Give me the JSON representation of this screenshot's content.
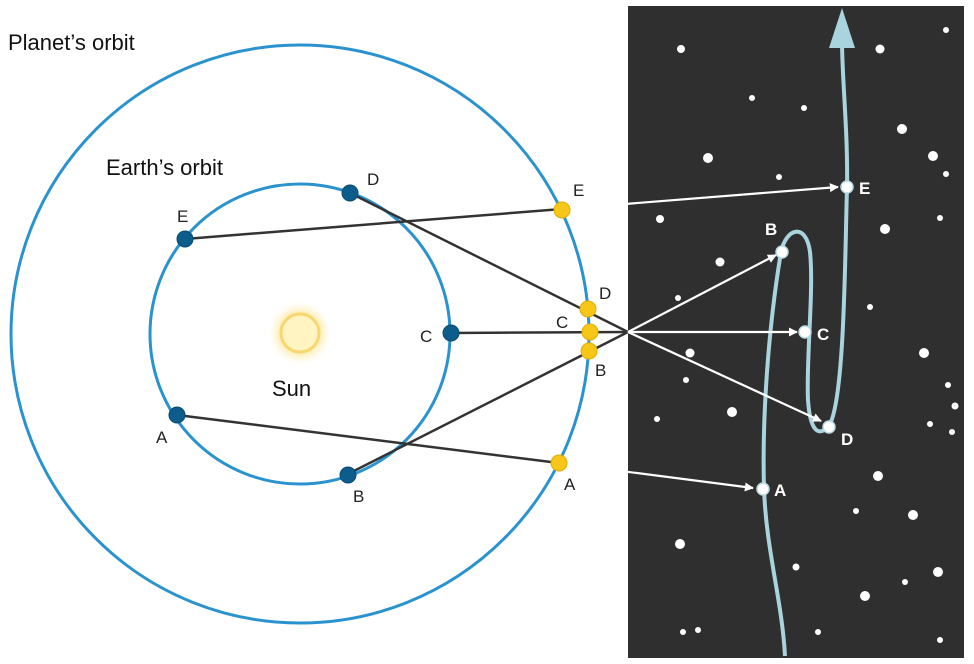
{
  "labels": {
    "planet_orbit": "Planet’s orbit",
    "earth_orbit": "Earth’s orbit",
    "sun": "Sun"
  },
  "positions": [
    "A",
    "B",
    "C",
    "D",
    "E"
  ],
  "colors": {
    "orbit": "#2a93cf",
    "earth": "#0d5d8c",
    "planet": "#f6c618",
    "sun_core": "#fff2b0",
    "sun_glow": "#fbe08a",
    "sky": "#2f2f2f",
    "path": "#a9d3dd",
    "sight_line": "#333333",
    "sky_arrow": "#ffffff",
    "star": "#ffffff"
  }
}
